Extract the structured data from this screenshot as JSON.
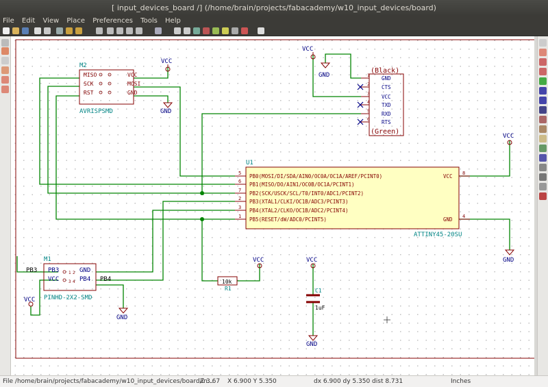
{
  "window": {
    "title": "[ input_devices_board /] (/home/brain/projects/fabacademy/w10_input_devices/board)"
  },
  "menu": [
    "File",
    "Edit",
    "View",
    "Place",
    "Preferences",
    "Tools",
    "Help"
  ],
  "toolbar_icons": [
    "new-icon",
    "open-icon",
    "save-icon",
    "sheet-icon",
    "paste-icon",
    "print-icon",
    "undo-icon",
    "redo-icon",
    "search-icon",
    "zoom-in-icon",
    "zoom-out-icon",
    "zoom-refresh-icon",
    "zoom-fit-icon",
    "hierarchy-icon",
    "library-icon",
    "browse-icon",
    "annotate-icon",
    "erc-icon",
    "netlist-icon",
    "bom-icon",
    "cvpcb-icon",
    "pcbnew-icon",
    "back-icon"
  ],
  "left_tools": [
    "grid-icon",
    "inches-icon",
    "mm-icon",
    "cursor-icon",
    "hidden-pins-icon",
    "wire-direction-icon"
  ],
  "right_tools": [
    "select-icon",
    "highlight-icon",
    "component-icon",
    "power-icon",
    "wire-icon",
    "bus-icon",
    "entry-icon",
    "label-icon",
    "global-label-icon",
    "hier-label-icon",
    "sheet-icon",
    "junction-icon",
    "noconnect-icon",
    "text-icon",
    "line-icon",
    "image-icon",
    "delete-icon"
  ],
  "schematic": {
    "colors": {
      "wire": "#008400",
      "component": "#840000",
      "pin_text": "#000084",
      "ref": "#008484",
      "body_fill": "#ffffc2"
    },
    "m2": {
      "ref": "M2",
      "value": "AVRISPSMD",
      "left_pins": [
        "MISO",
        "SCK",
        "RST"
      ],
      "right_pins": [
        "VCC",
        "MOSI",
        "GND"
      ]
    },
    "u1": {
      "ref": "U1",
      "value": "ATTINY45-20SU",
      "pins": [
        "PB0(MOSI/DI/SDA/AIN0/OC0A/OC1A/AREF/PCINT0)",
        "PB1(MISO/DO/AIN1/OC0B/OC1A/PCINT1)",
        "PB2(SCK/USCK/SCL/T0/INT0/ADC1/PCINT2)",
        "PB3(XTAL1/CLKI/OC1B/ADC3/PCINT3)",
        "PB4(XTAL2/CLKO/OC1B/ADC2/PCINT4)",
        "PB5(RESET/dW/ADC0/PCINT5)"
      ],
      "pin_numbers": [
        "5",
        "6",
        "7",
        "2",
        "3",
        "1"
      ],
      "vcc_label": "VCC",
      "vcc_pin": "8",
      "gnd_label": "GND",
      "gnd_pin": "4"
    },
    "ftdi": {
      "top_label": "(Black)",
      "bottom_label": "(Green)",
      "pins": [
        "GND",
        "CTS",
        "VCC",
        "TXD",
        "RXD",
        "RTS"
      ],
      "numbers": [
        "1",
        "2",
        "3",
        "4",
        "5",
        "6"
      ]
    },
    "m1": {
      "ref": "M1",
      "value": "PINHD-2X2-SMD",
      "pins": [
        "PB3",
        "GND",
        "VCC",
        "PB4"
      ],
      "numbers": [
        "1",
        "2",
        "3",
        "4"
      ],
      "net_pb3": "PB3",
      "net_pb4": "PB4"
    },
    "r1": {
      "ref": "R1",
      "value": "10k"
    },
    "c1": {
      "ref": "C1",
      "value": "1uF"
    },
    "power": {
      "vcc": "VCC",
      "gnd": "GND"
    }
  },
  "status": {
    "file": "File /home/brain/projects/fabacademy/w10_input_devices/board/in...",
    "zoom": "Z 3.67",
    "coords": "X 6.900  Y 5.350",
    "delta": "dx 6.900  dy 5.350  dist 8.731",
    "units": "Inches"
  }
}
